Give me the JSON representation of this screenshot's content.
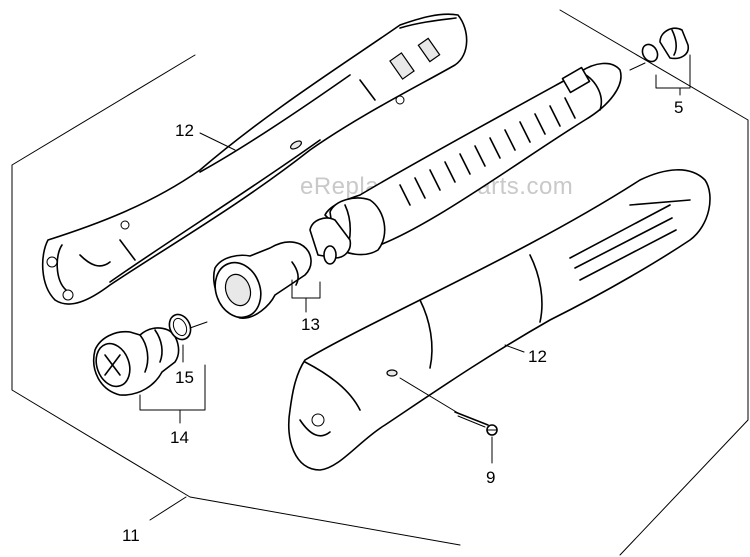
{
  "watermark": "eReplacementParts.com",
  "callouts": {
    "assembly": "11",
    "handle_half_left": "12",
    "handle_half_right": "12",
    "valve_set": "13",
    "nozzle_set": "14",
    "o_ring": "15",
    "plug_set": "5",
    "screw": "9"
  }
}
